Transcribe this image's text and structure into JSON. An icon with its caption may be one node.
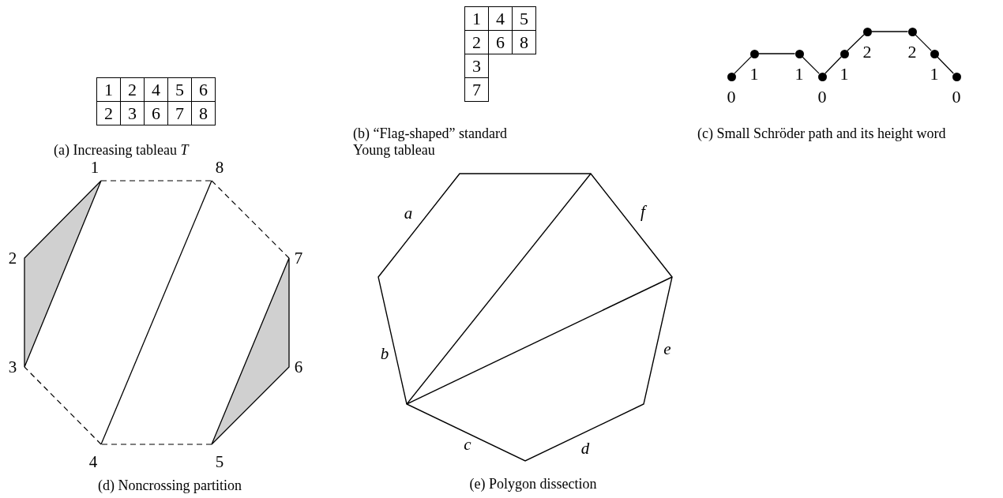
{
  "diagram": {
    "nodes": [
      {
        "text": [],
        "shape": "circle",
        "beside": [
          "0"
        ]
      },
      {
        "text": [],
        "shape": "circle",
        "beside": [
          "1"
        ]
      },
      {
        "text": [],
        "shape": "circle",
        "beside": [
          "1"
        ]
      },
      {
        "text": [],
        "shape": "circle",
        "beside": [
          "0"
        ]
      },
      {
        "text": [],
        "shape": "circle",
        "beside": [
          "1"
        ]
      },
      {
        "text": [],
        "shape": "circle",
        "beside": [
          "2"
        ]
      },
      {
        "text": [],
        "shape": "circle",
        "beside": [
          "2"
        ]
      },
      {
        "text": [],
        "shape": "circle",
        "beside": [
          "1"
        ]
      },
      {
        "text": [],
        "shape": "circle",
        "beside": [
          "0"
        ]
      }
    ],
    "edges": [
      {
        "from": 0,
        "to": 1,
        "arrow": "none"
      },
      {
        "from": 1,
        "to": 2,
        "arrow": "none"
      },
      {
        "from": 2,
        "to": 3,
        "arrow": "none"
      },
      {
        "from": 3,
        "to": 4,
        "arrow": "none"
      },
      {
        "from": 4,
        "to": 5,
        "arrow": "none"
      },
      {
        "from": 5,
        "to": 6,
        "arrow": "none"
      },
      {
        "from": 6,
        "to": 7,
        "arrow": "none"
      },
      {
        "from": 7,
        "to": 8,
        "arrow": "none"
      }
    ],
    "labels": [
      "1",
      "2",
      "4",
      "5",
      "6",
      "2",
      "3",
      "6",
      "7",
      "8",
      "(a) Increasing tableau *T*",
      "1",
      "4",
      "5",
      "2",
      "6",
      "8",
      "3",
      "7",
      "(b) “Flag-shaped” standard Young tableau",
      "(c) Small Schröder path and its height word",
      "1",
      "8",
      "2",
      "7",
      "3",
      "6",
      "4",
      "5",
      "a",
      "f",
      "b",
      "e",
      "c",
      "d",
      "(d) Noncrossing partition",
      "(e) Polygon dissection"
    ]
  }
}
